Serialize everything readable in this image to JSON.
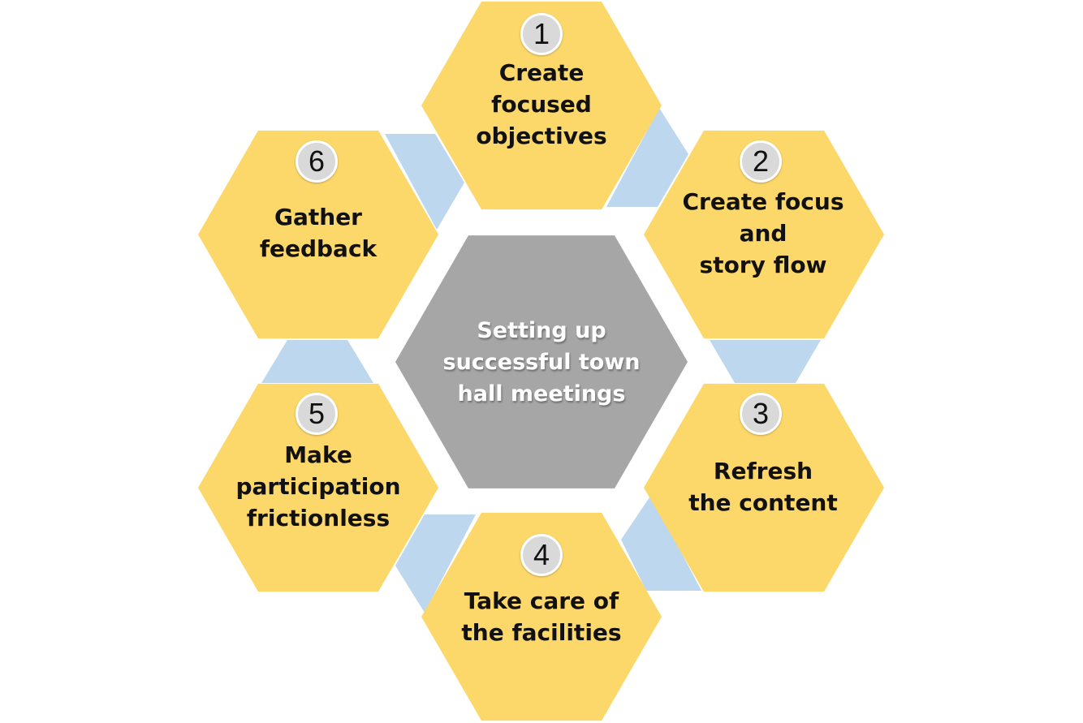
{
  "colors": {
    "hexagon_fill": "#fcd769",
    "center_fill": "#a6a6a6",
    "connector_fill": "#bdd7ee",
    "badge_fill": "#d9d9d9"
  },
  "center": {
    "lines": [
      "Setting up",
      "successful town",
      "hall meetings"
    ]
  },
  "steps": [
    {
      "number": "1",
      "lines": [
        "Create",
        "focused",
        "objectives"
      ]
    },
    {
      "number": "2",
      "lines": [
        "Create focus",
        "and",
        "story flow"
      ]
    },
    {
      "number": "3",
      "lines": [
        "Refresh",
        "the content"
      ]
    },
    {
      "number": "4",
      "lines": [
        "Take care of",
        "the facilities"
      ]
    },
    {
      "number": "5",
      "lines": [
        "Make",
        "participation",
        "frictionless"
      ]
    },
    {
      "number": "6",
      "lines": [
        "Gather",
        "feedback"
      ]
    }
  ]
}
